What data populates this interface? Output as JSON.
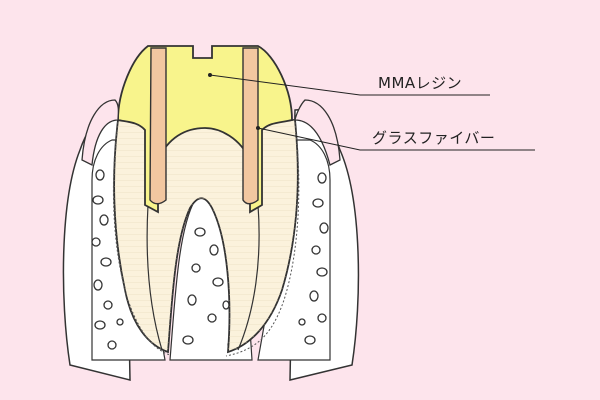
{
  "diagram": {
    "labels": {
      "mma_resin": "MMAレジン",
      "glass_fiber": "グラスファイバー"
    },
    "colors": {
      "background": "#fde4ec",
      "resin": "#f8f48c",
      "fiber_post": "#f2c7a0",
      "dentin": "#fbf2dc",
      "bone": "#ffffff",
      "outline": "#333333"
    },
    "icons": [
      "tooth-crosssection",
      "core-build-up",
      "fiber-post",
      "alveolar-bone"
    ]
  }
}
